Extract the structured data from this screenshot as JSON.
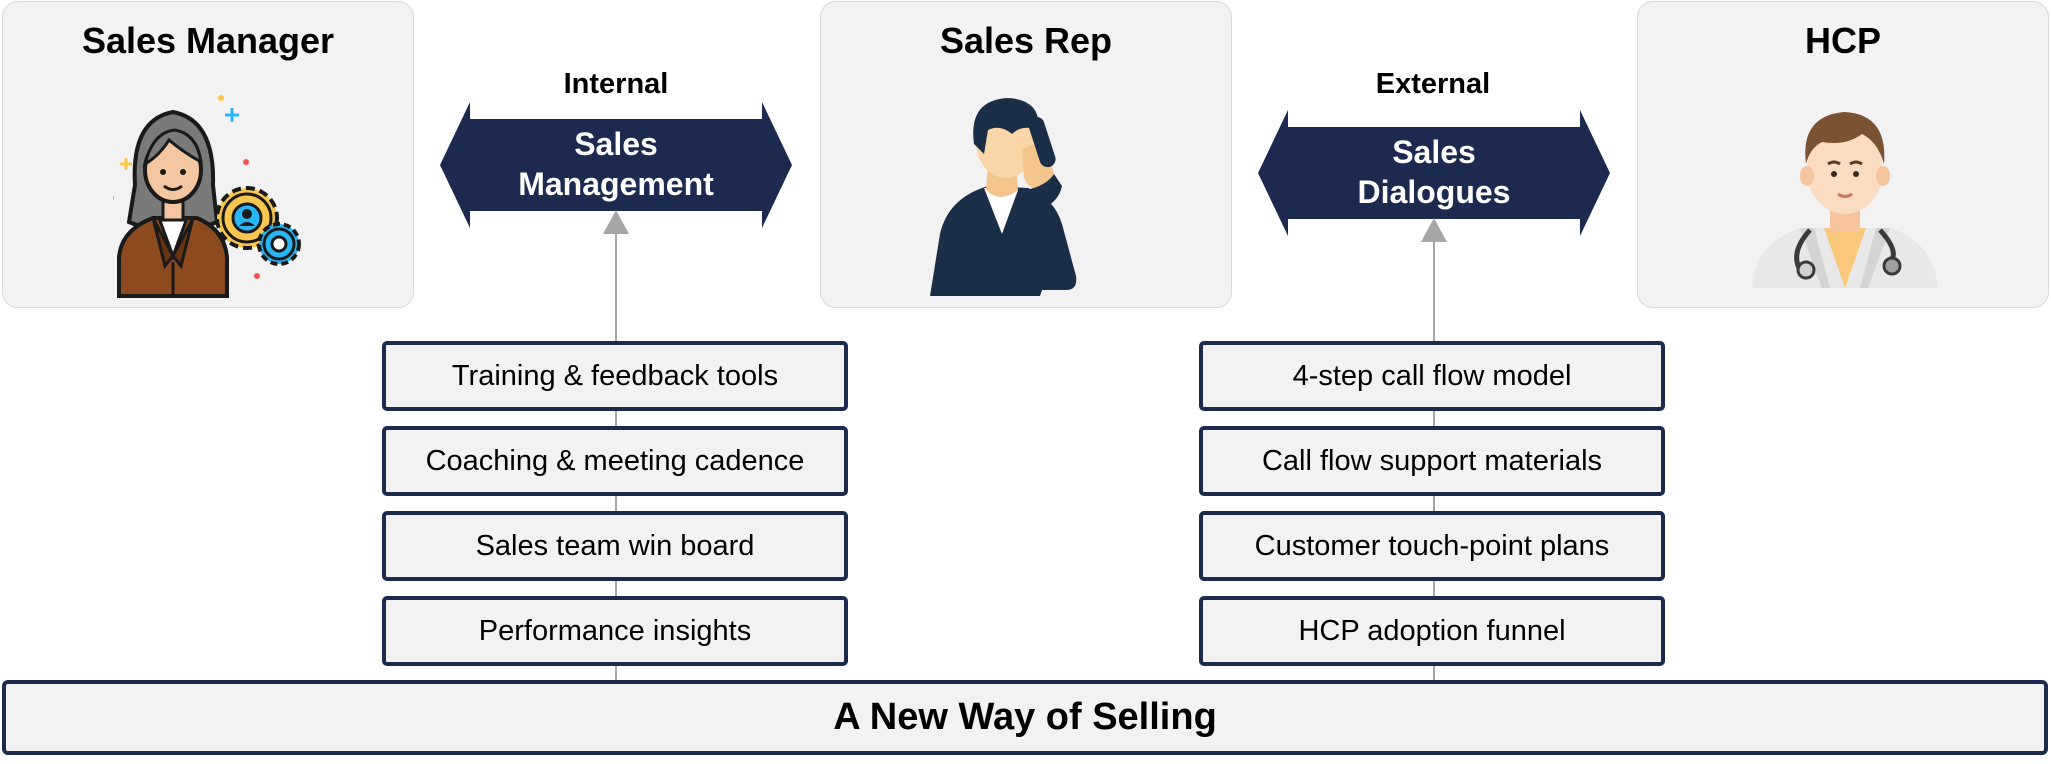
{
  "roles": {
    "manager": "Sales Manager",
    "rep": "Sales Rep",
    "hcp": "HCP"
  },
  "internal": {
    "caption": "Internal",
    "label_line1": "Sales",
    "label_line2": "Management",
    "items": [
      "Training & feedback tools",
      "Coaching & meeting cadence",
      "Sales team win board",
      "Performance insights"
    ]
  },
  "external": {
    "caption": "External",
    "label_line1": "Sales",
    "label_line2": "Dialogues",
    "items": [
      "4-step call flow model",
      "Call flow support materials",
      "Customer touch-point plans",
      "HCP adoption funnel"
    ]
  },
  "foundation": "A New Way of Selling",
  "colors": {
    "navy": "#1b2a4e",
    "panel_bg": "#f2f2f2",
    "connector": "#a6a6a6"
  },
  "icons": {
    "manager": "businesswoman-with-gears-icon",
    "rep": "man-on-phone-icon",
    "hcp": "doctor-with-stethoscope-icon"
  }
}
